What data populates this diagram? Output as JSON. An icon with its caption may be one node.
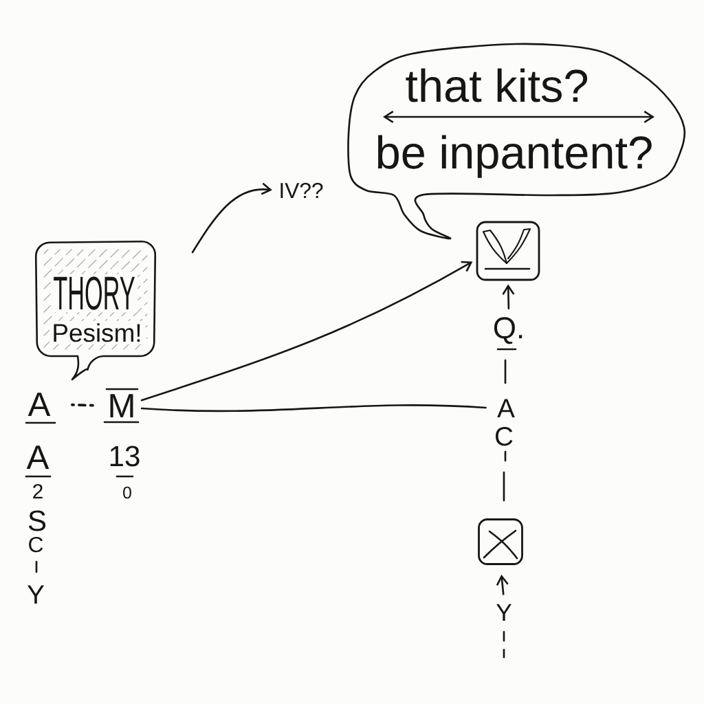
{
  "diagram": {
    "nodes": [
      {
        "text": [
          "that kits?",
          "be inpantent?"
        ]
      },
      {
        "text": [
          "THORY",
          "Pesism!"
        ]
      },
      {
        "text": [
          "A"
        ]
      },
      {
        "text": [
          "M"
        ]
      },
      {
        "text": [],
        "shape": "box"
      },
      {
        "text": [],
        "shape": "box"
      },
      {
        "text": [
          "IV??"
        ]
      },
      {
        "text": [
          "Q."
        ]
      },
      {
        "text": [
          "A"
        ]
      },
      {
        "text": [
          "Y"
        ]
      }
    ],
    "edges": [
      {
        "from": 3,
        "to": 4,
        "arrow": "to"
      },
      {
        "from": 3,
        "to": 8,
        "arrow": "none"
      },
      {
        "from": 2,
        "to": 3,
        "arrow": "none",
        "style": "dashed"
      },
      {
        "from": null,
        "to": 6,
        "arrow": "to"
      },
      {
        "from": 7,
        "to": 4,
        "arrow": "to"
      },
      {
        "from": 9,
        "to": 5,
        "arrow": "to"
      }
    ],
    "labels": [
      "A",
      "2",
      "S",
      "C",
      "Y",
      "13",
      "0",
      "C"
    ]
  }
}
